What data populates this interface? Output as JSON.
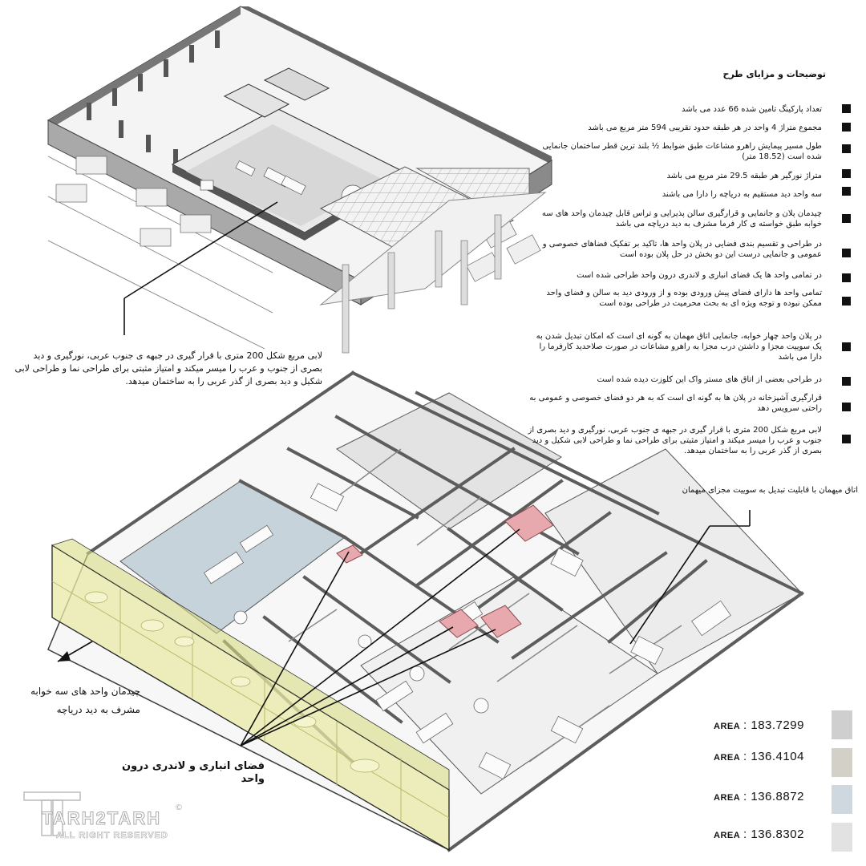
{
  "notes": {
    "title": "توضیحات و مزایای طرح",
    "items": [
      "تعداد پارکینگ تامین شده 66 عدد می باشد",
      "مجموع متراژ 4 واحد در هر طبقه حدود تقریبی 594  متر مربع می باشد",
      "طول مسیر پیمایش راهرو مشاعات طبق ضوابط ½ بلند ترین قطر ساختمان جانمایی شده است (18.52 متر)",
      "متراژ نورگیر هر طبقه 29.5 متر مربع می باشد",
      "سه واحد دید مستقیم به دریاچه را دارا می باشند",
      "چیدمان پلان و جانمایی و قرارگیری سالن پذیرایی  و تراس قابل چیدمان واحد های سه خوابه  طبق خواسته ی کار فرما مشرف به دید دریاچه می باشد",
      "در طراحی و تقسیم بندی فضایی در پلان واحد ها، تاکید بر تفکیک فضاهای خصوصی و عمومی و جانمایی درست این دو بخش در حل پلان بوده است",
      "در تمامی واحد ها یک فضای انباری و لاندری درون واحد طراحی شده است",
      "تمامی واحد ها دارای فضای پیش ورودی بوده و از ورودی دید به سالن و فضای واحد ممکن نبوده و توجه ویژه ای به بحث محرمیت در طراحی بوده است",
      "در پلان واحد چهار خوابه، جانمایی اتاق مهمان به گونه ای است که امکان تبدیل شدن به یک سوییت  مجزا و داشتن درب مجزا به راهرو مشاعات در صورت صلاحدید کارفرما را دارا می باشد",
      "در طراحی بعضی از اتاق های مستر واک این کلوزت دیده شده است",
      "قرارگیری آشپزخانه در پلان ها به گونه ای است که به هر دو فضای خصوصی و عمومی به راحتی سرویس دهد",
      "لابی مربع شکل 200 متری با قرار گیری در جبهه ی جنوب عربی، نورگیری و دید بصری از جنوب و عرب را میسر میکند و امتیاز مثبتی برای طراحی نما و طراحی لابی شکیل و دید بصری از گذر عربی را به ساختمان میدهد."
    ]
  },
  "callouts": {
    "lobby": "لابی مربع شکل 200 متری با قرار گیری در جبهه ی جنوب عربی، نورگیری و دید بصری از جنوب و عرب را میسر میکند و امتیاز مثبتی برای طراحی نما و طراحی لابی شکیل و دید بصری از گذر عربی را به ساختمان میدهد.",
    "guest_room": "اتاق میهمان با قابلیت تبدیل به سوییت مجزای میهمان",
    "three_bed_line1": "چیدمان واحد های سه خوابه",
    "three_bed_line2": "مشرف به دید دریاچه",
    "storage": "فضای انباری و لاندری درون واحد"
  },
  "legend": [
    {
      "label": "AREA",
      "value": ": 183.7299",
      "color": "#cfcfcf"
    },
    {
      "label": "AREA",
      "value": ": 136.4104",
      "color": "#d3d0c8"
    },
    {
      "label": "AREA",
      "value": ": 136.8872",
      "color": "#cfd8de"
    },
    {
      "label": "AREA",
      "value": ": 136.8302",
      "color": "#e2e2e2"
    }
  ],
  "logo": {
    "name": "TARH2TARH",
    "tagline": "ALL RIGHT RESERVED",
    "mark": "©"
  },
  "colors": {
    "unit_blue": "#c7d3da",
    "unit_yellow": "#e8eaa6",
    "storage_red": "#e7a9ad",
    "wall": "#5d5d5d"
  }
}
